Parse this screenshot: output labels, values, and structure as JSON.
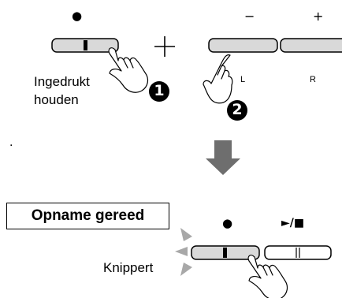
{
  "step1": {
    "record_symbol": "●",
    "minus_symbol": "−",
    "plus_symbol": "+",
    "hold_label_line1": "Ingedrukt",
    "hold_label_line2": "houden",
    "step_1_number": "1",
    "step_2_number": "2",
    "left_label": "L",
    "right_label": "R",
    "combine_symbol": "+"
  },
  "dot_mark": ".",
  "step2": {
    "status_text": "Opname gereed",
    "record_symbol": "●",
    "play_stop_symbol": "►/■",
    "blink_label": "Knippert"
  },
  "colors": {
    "button_fill": "#d9d9d9",
    "arrow": "#6e6e6e",
    "blink_marks": "#a8a8a8",
    "step_badge": "#000000"
  }
}
